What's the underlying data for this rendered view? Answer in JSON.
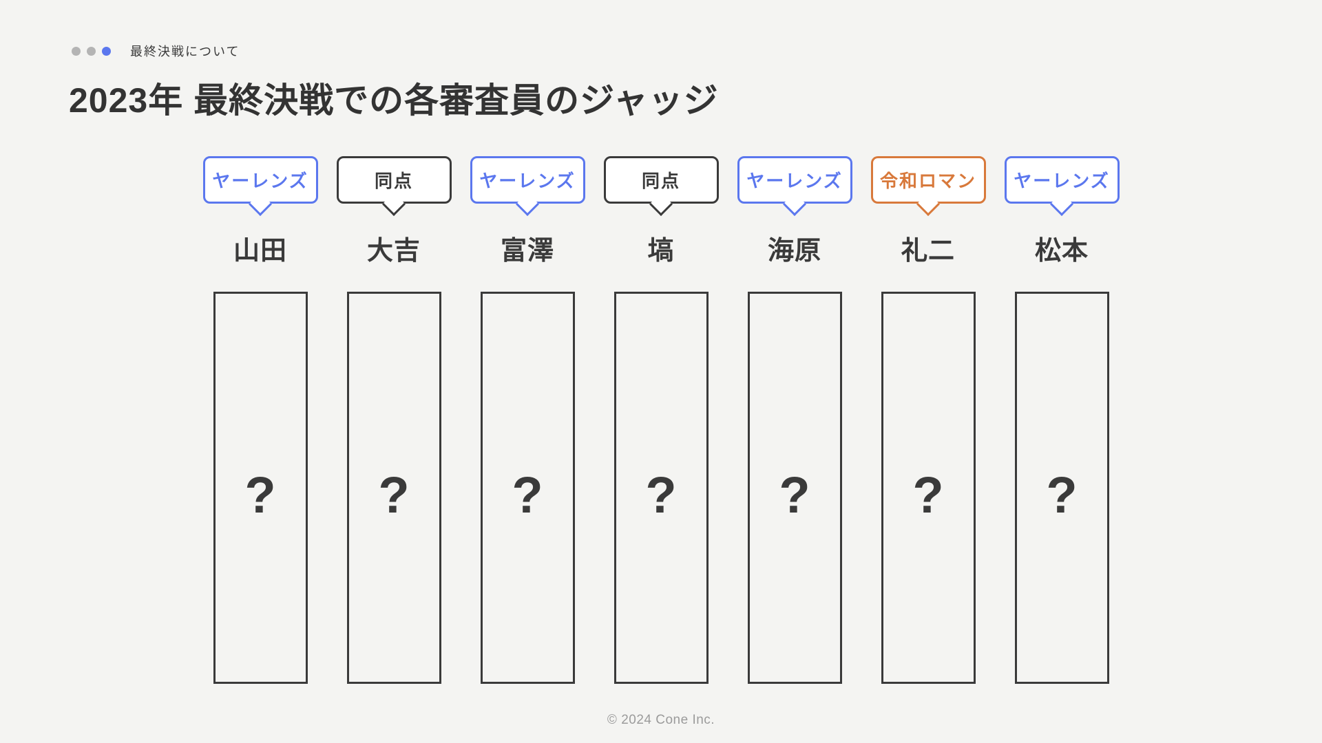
{
  "header": {
    "dots": [
      "#b4b4b4",
      "#b4b4b4",
      "#5b77ee"
    ],
    "section_label": "最終決戦について",
    "title": "2023年 最終決戦での各審査員のジャッジ"
  },
  "colors": {
    "blue": "#5b77ee",
    "orange": "#d8793b",
    "dark": "#3a3a3a",
    "background": "#f4f4f2",
    "muted": "#9b9b9b"
  },
  "chart_data": {
    "type": "table",
    "title": "2023年 最終決戦での各審査員のジャッジ",
    "columns": [
      {
        "judge": "山田",
        "vote": "ヤーレンズ",
        "style": "blue",
        "result": "?"
      },
      {
        "judge": "大吉",
        "vote": "同点",
        "style": "dark",
        "result": "?"
      },
      {
        "judge": "富澤",
        "vote": "ヤーレンズ",
        "style": "blue",
        "result": "?"
      },
      {
        "judge": "塙",
        "vote": "同点",
        "style": "dark",
        "result": "?"
      },
      {
        "judge": "海原",
        "vote": "ヤーレンズ",
        "style": "blue",
        "result": "?"
      },
      {
        "judge": "礼二",
        "vote": "令和ロマン",
        "style": "orange",
        "result": "?"
      },
      {
        "judge": "松本",
        "vote": "ヤーレンズ",
        "style": "blue",
        "result": "?"
      }
    ]
  },
  "footer": {
    "copyright": "© 2024 Cone Inc."
  }
}
